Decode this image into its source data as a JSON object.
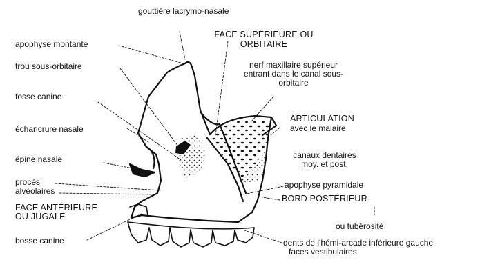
{
  "labels": {
    "gouttiere": "gouttière lacrymo-nasale",
    "apophyse_montante": "apophyse montante",
    "trou_sous_orbitaire": "trou sous-orbitaire",
    "fosse_canine": "fosse canine",
    "echancrure_nasale": "échancrure nasale",
    "epine_nasale": "épine nasale",
    "proces": "procès",
    "alveolaires": "alvéolaires",
    "face_ant_1": "FACE ANTÉRIEURE",
    "face_ant_2": "OU JUGALE",
    "bosse_canine": "bosse canine",
    "face_sup_1": "FACE SUPÉRIEURE OU",
    "face_sup_2": "ORBITAIRE",
    "nerf_1": "nerf maxillaire supérieur",
    "nerf_2": "entrant dans le canal sous-",
    "nerf_3": "orbitaire",
    "articulation_1": "ARTICULATION",
    "articulation_2": "avec le malaire",
    "canaux_1": "canaux dentaires",
    "canaux_2": "moy. et post.",
    "apophyse_pyramidale": "apophyse pyramidale",
    "bord_posterieur": "BORD POSTÉRIEUR",
    "tuberosite": "ou tubérosité",
    "dents_1": "dents de l'hémi-arcade inférieure gauche",
    "dents_2": "faces vestibulaires"
  },
  "colors": {
    "ink": "#111111",
    "background": "#ffffff"
  }
}
